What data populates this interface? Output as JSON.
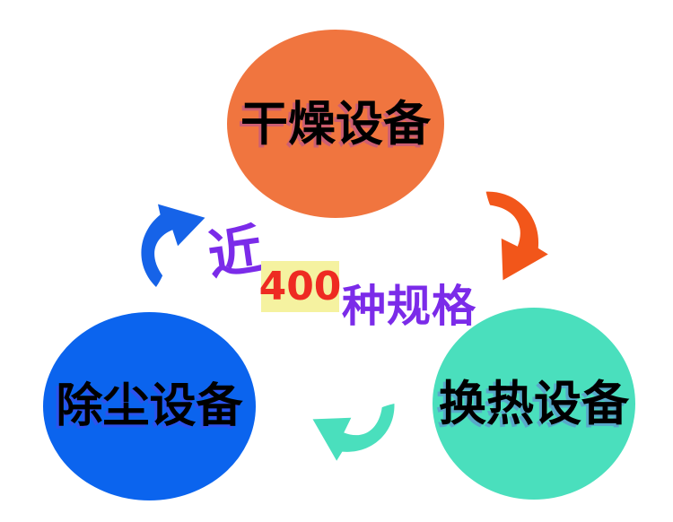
{
  "diagram": {
    "type": "cycle-diagram",
    "background_color": "#FFFFFF",
    "nodes": [
      {
        "id": "drying-equipment",
        "label": "干燥设备",
        "color": "#F0753F",
        "text_color": "#000000"
      },
      {
        "id": "dust-removal-equipment",
        "label": "除尘设备",
        "color": "#0B64EE",
        "text_color": "#000000"
      },
      {
        "id": "heat-exchange-equipment",
        "label": "换热设备",
        "color": "#4ADFBD",
        "text_color": "#000000"
      }
    ],
    "center_caption": {
      "prefix": "近",
      "count": "400",
      "suffix": "种规格",
      "prefix_color": "#7B2BE9",
      "count_color": "#EE2B22",
      "count_bg_color": "#F5F2A0",
      "suffix_color": "#7B2BE9"
    },
    "arrows": [
      {
        "id": "arrow-top-right",
        "icon": "curved-swoosh-arrow",
        "color": "#F2561A"
      },
      {
        "id": "arrow-left",
        "icon": "curved-swoosh-arrow",
        "color": "#1663E8"
      },
      {
        "id": "arrow-bottom",
        "icon": "curved-swoosh-arrow",
        "color": "#4ADFBD"
      }
    ]
  }
}
